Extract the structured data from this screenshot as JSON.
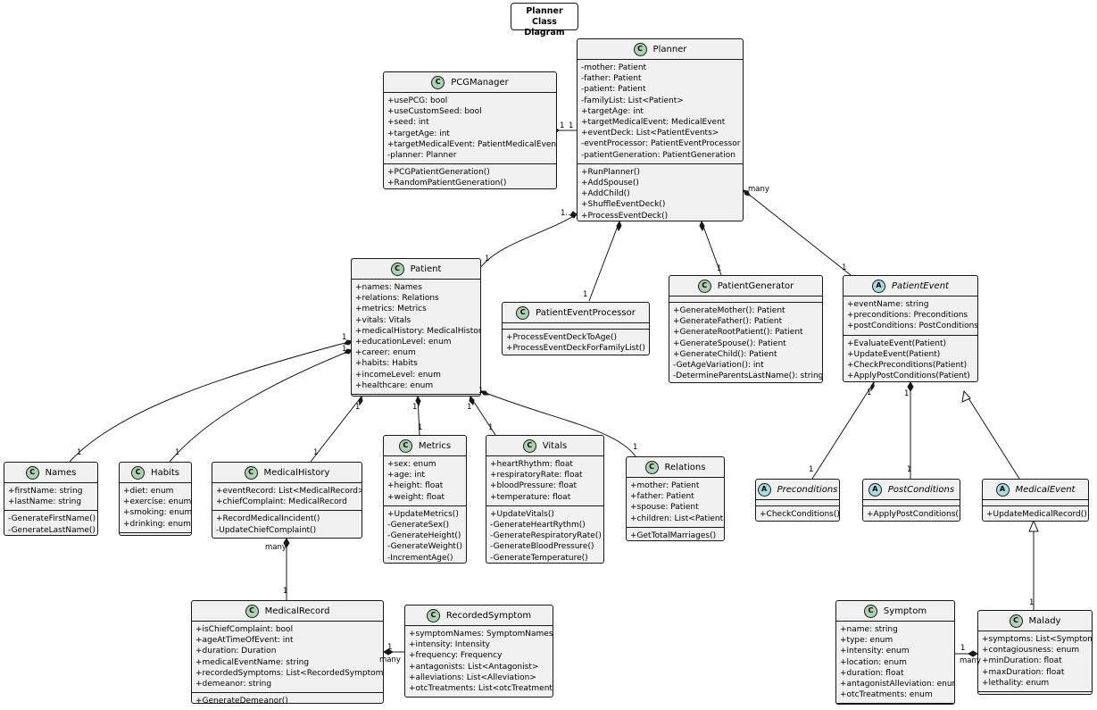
{
  "title": {
    "line1": "Planner",
    "line2": "Class Diagram"
  },
  "classes": {
    "pcgmanager": {
      "name": "PCGManager",
      "badge": "C",
      "fields": [
        "+usePCG: bool",
        "+useCustomSeed: bool",
        "+seed: int",
        "+targetAge: int",
        "+targetMedicalEvent: PatientMedicalEvent",
        "-planner: Planner"
      ],
      "methods": [
        "+PCGPatientGeneration()",
        "+RandomPatientGeneration()"
      ]
    },
    "planner": {
      "name": "Planner",
      "badge": "C",
      "fields": [
        "-mother: Patient",
        "-father: Patient",
        "-patient: Patient",
        "-familyList: List<Patient>",
        "+targetAge: int",
        "+targetMedicalEvent: MedicalEvent",
        "+eventDeck: List<PatientEvents>",
        "-eventProcessor: PatientEventProcessor",
        "-patientGeneration: PatientGeneration"
      ],
      "methods": [
        "+RunPlanner()",
        "+AddSpouse()",
        "+AddChild()",
        "+ShuffleEventDeck()",
        "+ProcessEventDeck()"
      ]
    },
    "patient": {
      "name": "Patient",
      "badge": "C",
      "fields": [
        "+names: Names",
        "+relations: Relations",
        "+metrics: Metrics",
        "+vitals: Vitals",
        "+medicalHistory: MedicalHistory",
        "+educationLevel: enum",
        "+career: enum",
        "+habits: Habits",
        "+incomeLevel: enum",
        "+healthcare: enum"
      ],
      "methods": []
    },
    "patienteventprocessor": {
      "name": "PatientEventProcessor",
      "badge": "C",
      "fields": [],
      "methods": [
        "+ProcessEventDeckToAge()",
        "+ProcessEventDeckForFamilyList()"
      ]
    },
    "patientgenerator": {
      "name": "PatientGenerator",
      "badge": "C",
      "fields": [],
      "methods": [
        "+GenerateMother(): Patient",
        "+GenerateFather(): Patient",
        "+GenerateRootPatient(): Patient",
        "+GenerateSpouse(): Patient",
        "+GenerateChild(): Patient",
        "-GetAgeVariation(): int",
        "-DetermineParentsLastName(): string"
      ]
    },
    "patientevent": {
      "name": "PatientEvent",
      "badge": "A",
      "fields": [
        "+eventName: string",
        "+preconditions: Preconditions",
        "+postConditions: PostConditions"
      ],
      "methods": [
        "+EvaluateEvent(Patient)",
        "+UpdateEvent(Patient)",
        "+CheckPreconditions(Patient)",
        "+ApplyPostConditions(Patient)"
      ]
    },
    "names": {
      "name": "Names",
      "badge": "C",
      "fields": [
        "+firstName: string",
        "+lastName: string"
      ],
      "methods": [
        "-GenerateFirstName()",
        "-GenerateLastName()"
      ]
    },
    "habits": {
      "name": "Habits",
      "badge": "C",
      "fields": [
        "+diet: enum",
        "+exercise: enum",
        "+smoking: enum",
        "+drinking: enum"
      ],
      "methods": []
    },
    "medicalhistory": {
      "name": "MedicalHistory",
      "badge": "C",
      "fields": [
        "+eventRecord: List<MedicalRecord>",
        "+chiefComplaint: MedicalRecord"
      ],
      "methods": [
        "+RecordMedicalIncident()",
        "-UpdateChiefComplaint()"
      ]
    },
    "metrics": {
      "name": "Metrics",
      "badge": "C",
      "fields": [
        "+sex: enum",
        "+age: int",
        "+height: float",
        "+weight: float"
      ],
      "methods": [
        "+UpdateMetrics()",
        "-GenerateSex()",
        "-GenerateHeight()",
        "-GenerateWeight()",
        "-IncrementAge()"
      ]
    },
    "vitals": {
      "name": "Vitals",
      "badge": "C",
      "fields": [
        "+heartRhythm: float",
        "+respiratoryRate: float",
        "+bloodPressure: float",
        "+temperature: float"
      ],
      "methods": [
        "+UpdateVitals()",
        "-GenerateHeartRythm()",
        "-GenerateRespiratoryRate()",
        "-GenerateBloodPressure()",
        "-GenerateTemperature()"
      ]
    },
    "relations": {
      "name": "Relations",
      "badge": "C",
      "fields": [
        "+mother: Patient",
        "+father: Patient",
        "+spouse: Patient",
        "+children: List<Patient>"
      ],
      "methods": [
        "+GetTotalMarriages()"
      ]
    },
    "preconditions": {
      "name": "Preconditions",
      "badge": "A",
      "fields": [],
      "methods": [
        "+CheckConditions()"
      ]
    },
    "postconditions": {
      "name": "PostConditions",
      "badge": "A",
      "fields": [],
      "methods": [
        "+ApplyPostConditions()"
      ]
    },
    "medicalevent": {
      "name": "MedicalEvent",
      "badge": "A",
      "fields": [],
      "methods": [
        "+UpdateMedicalRecord()"
      ]
    },
    "medicalrecord": {
      "name": "MedicalRecord",
      "badge": "C",
      "fields": [
        "+isChiefComplaint: bool",
        "+ageAtTimeOfEvent: int",
        "+duration: Duration",
        "+medicalEventName: string",
        "+recordedSymptoms: List<RecordedSymptom>",
        "+demeanor: string"
      ],
      "methods": [
        "+GenerateDemeanor()"
      ]
    },
    "recordedsymptom": {
      "name": "RecordedSymptom",
      "badge": "C",
      "fields": [
        "+symptomNames: SymptomNames",
        "+intensity: Intensity",
        "+frequency: Frequency",
        "+antagonists: List<Antagonist>",
        "+alleviations: List<Alleviation>",
        "+otcTreatments: List<otcTreatment>"
      ],
      "methods": []
    },
    "symptom": {
      "name": "Symptom",
      "badge": "C",
      "fields": [
        "+name: string",
        "+type: enum",
        "+intensity: enum",
        "+location: enum",
        "+duration: float",
        "+antagonistAlleviation: enum",
        "+otcTreatments: enum"
      ],
      "methods": []
    },
    "malady": {
      "name": "Malady",
      "badge": "C",
      "fields": [
        "+symptoms: List<Symptom>",
        "+contagiousness: enum",
        "+minDuration: float",
        "+maxDuration: float",
        "+lethality: enum"
      ],
      "methods": []
    }
  },
  "labels": {
    "pcg_planner_a": "1",
    "pcg_planner_b": "1",
    "planner_patient_a": "1..",
    "planner_patient_b": "1",
    "planner_proc": "1",
    "planner_gen": "1",
    "planner_event_a": "many",
    "planner_event_b": "1",
    "names": "1",
    "habits": "1",
    "medhist": "1",
    "metrics": "1",
    "vitals": "1",
    "relations": "1",
    "p_a1": "1",
    "p_a2": "1",
    "p_a3": "1",
    "p_a4": "1",
    "p_a5": "1",
    "p_a6": "1",
    "pe_pre_a": "1",
    "pe_pre_b": "1",
    "pe_post_a": "1",
    "pe_post_b": "1",
    "mh_mr_a": "many",
    "mh_mr_b": "1",
    "mr_rs_a": "1",
    "mr_rs_b": "many",
    "me_malady": "1",
    "sym_mal_a": "1",
    "sym_mal_b": "many"
  }
}
